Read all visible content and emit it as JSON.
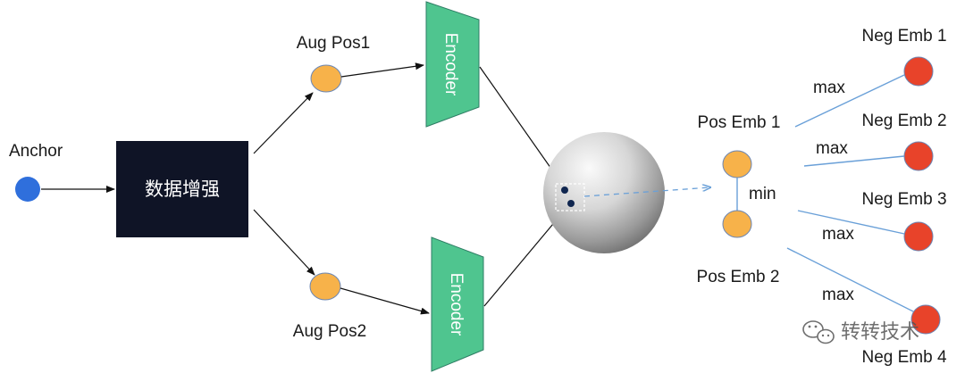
{
  "anchor_label": "Anchor",
  "augment_box_label": "数据增强",
  "aug_pos1_label": "Aug Pos1",
  "aug_pos2_label": "Aug Pos2",
  "encoder_top_label": "Encoder",
  "encoder_bottom_label": "Encoder",
  "pos_emb1_label": "Pos Emb 1",
  "pos_emb2_label": "Pos Emb 2",
  "min_label": "min",
  "neg_emb1_label": "Neg Emb 1",
  "neg_emb2_label": "Neg Emb 2",
  "neg_emb3_label": "Neg Emb 3",
  "neg_emb4_label": "Neg Emb 4",
  "max_labels": [
    "max",
    "max",
    "max",
    "max"
  ],
  "watermark": "转转技术",
  "icon": "wechat-icon",
  "colors": {
    "anchor": "#2f6fdc",
    "augment_box": "#0f1426",
    "aug_node": "#f7b24a",
    "encoder": "#4fc58f",
    "pos_node": "#f7b24a",
    "neg_node": "#e8432a",
    "neg_line": "#6aa0d8"
  }
}
